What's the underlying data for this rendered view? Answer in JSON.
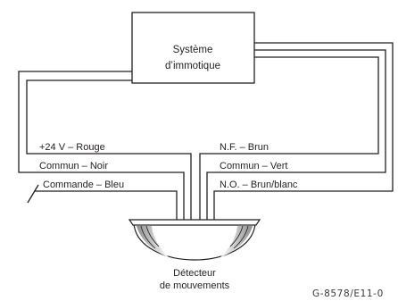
{
  "system_box": {
    "line1": "Système",
    "line2": "d’immotique"
  },
  "wires": {
    "left": [
      {
        "label": "+24 V – Rouge"
      },
      {
        "label": "Commun – Noir"
      },
      {
        "label": "Commande – Bleu"
      }
    ],
    "right": [
      {
        "label": "N.F. – Brun"
      },
      {
        "label": "Commun – Vert"
      },
      {
        "label": "N.O. – Brun/blanc"
      }
    ]
  },
  "detector": {
    "line1": "Détecteur",
    "line2": "de mouvements"
  },
  "figure_code": "G-8578/E11-0",
  "colors": {
    "line": "#231f20",
    "lens_shade": "#8f8f8f"
  }
}
